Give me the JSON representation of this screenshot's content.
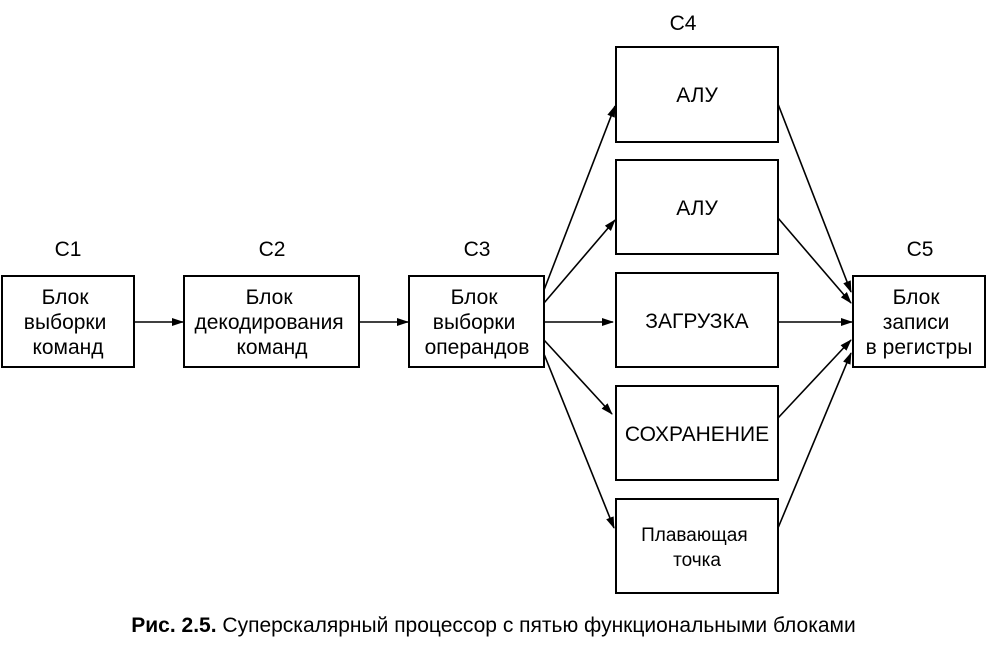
{
  "stages": {
    "c1": "C1",
    "c2": "C2",
    "c3": "C3",
    "c4": "C4",
    "c5": "C5"
  },
  "blocks": {
    "fetch": [
      "Блок",
      "выборки",
      "команд"
    ],
    "decode": [
      "Блок",
      "декодирования",
      "команд"
    ],
    "operand_fetch": [
      "Блок",
      "выборки",
      "операндов"
    ],
    "alu1": [
      "АЛУ"
    ],
    "alu2": [
      "АЛУ"
    ],
    "load": [
      "ЗАГРУЗКА"
    ],
    "store": [
      "СОХРАНЕНИЕ"
    ],
    "float": [
      "Плавающая",
      "точка"
    ],
    "writeback": [
      "Блок",
      "записи",
      "в регистры"
    ]
  },
  "caption": {
    "label": "Рис. 2.5.",
    "text": "Суперскалярный процессор с пятью функциональными блоками"
  }
}
